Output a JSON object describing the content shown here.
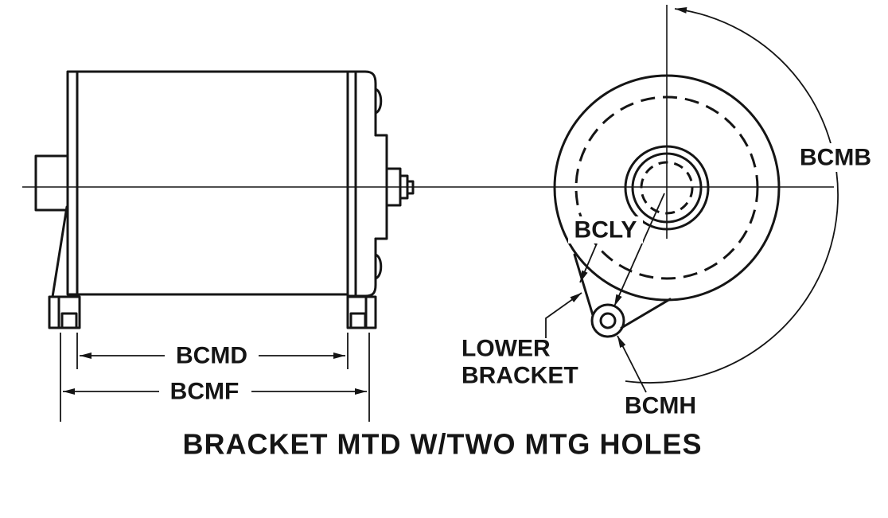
{
  "drawing": {
    "title": "BRACKET MTD W/TWO MTG HOLES",
    "dimension_labels": {
      "bcmd": "BCMD",
      "bcmf": "BCMF",
      "bcmb": "BCMB",
      "bcly": "BCLY",
      "bcmh": "BCMH"
    },
    "callouts": {
      "lower_bracket_line1": "LOWER",
      "lower_bracket_line2": "BRACKET"
    },
    "colors": {
      "line": "#151515",
      "background": "#ffffff"
    }
  }
}
